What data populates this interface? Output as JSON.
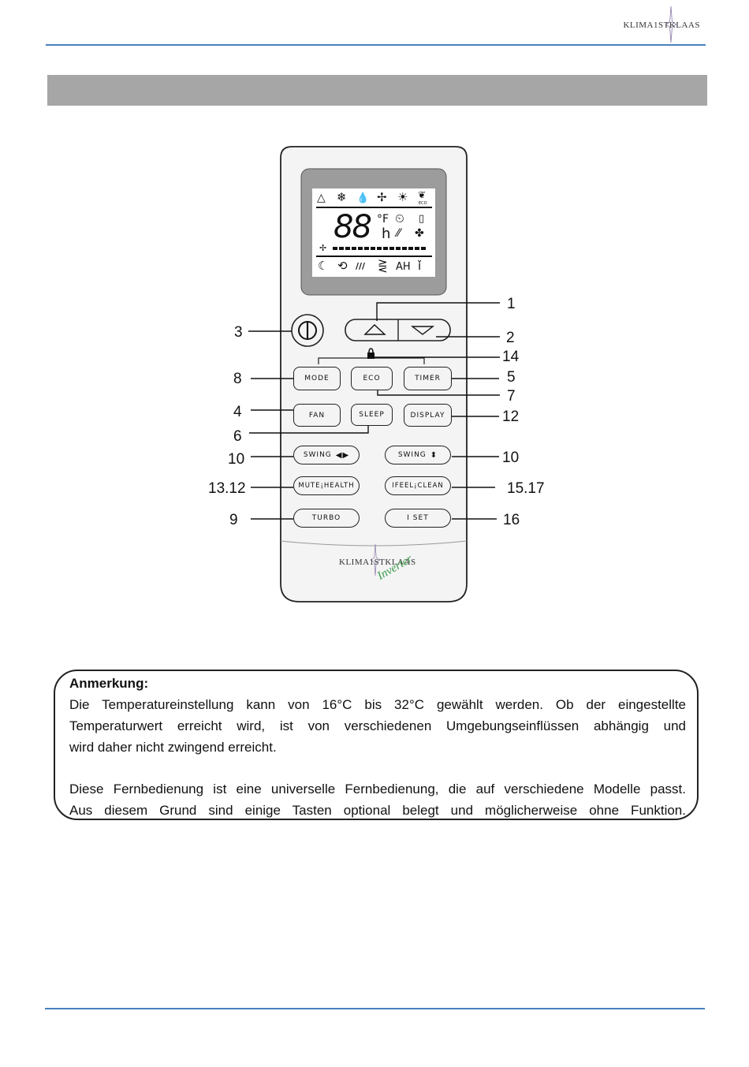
{
  "header": {
    "brand": "KLIMA1STKLAAS"
  },
  "remote": {
    "lcd": {
      "digits": "88",
      "unit_f": "°F",
      "unit_h": "h",
      "label_ah": "AH",
      "label_eco": "ECO"
    },
    "buttons": {
      "mode": "MODE",
      "eco": "ECO",
      "timer": "TIMER",
      "fan": "FAN",
      "sleep": "SLEEP",
      "display": "DISPLAY",
      "swing_h": "SWING",
      "swing_v": "SWING",
      "mute_health": "MUTE¡HEALTH",
      "ifeel_clean": "IFEEL¡CLEAN",
      "turbo": "TURBO",
      "iset": "I SET"
    },
    "brand": "KLIMA1STKLAAS",
    "brand_script": "Inverter"
  },
  "callouts": {
    "c1": "1",
    "c2": "2",
    "c3": "3",
    "c14": "14",
    "c8": "8",
    "c5": "5",
    "c7": "7",
    "c4": "4",
    "c12": "12",
    "c6": "6",
    "c10l": "10",
    "c10r": "10",
    "c1312": "13.12",
    "c1517": "15.17",
    "c9": "9",
    "c16": "16"
  },
  "note": {
    "title": "Anmerkung:",
    "p1_line1": "Die Temperatureinstellung kann von 16°C bis 32°C gewählt werden. Ob der eingestellte",
    "p1_line2": "Temperaturwert erreicht wird, ist von verschiedenen Umgebungseinflüssen abhängig und",
    "p1_line3": "wird daher nicht zwingend erreicht.",
    "p2_line1": "Diese Fernbedienung ist eine universelle Fernbedienung, die auf verschiedene Modelle passt.",
    "p2_line2": "Aus diesem Grund sind einige Tasten optional belegt und möglicherweise ohne Funktion."
  },
  "colors": {
    "rule": "#4a7fc0",
    "band": "#a6a6a6",
    "lcd": "#9c9c9c",
    "remote_body": "#f4f4f4",
    "script": "#3a9a4a"
  }
}
